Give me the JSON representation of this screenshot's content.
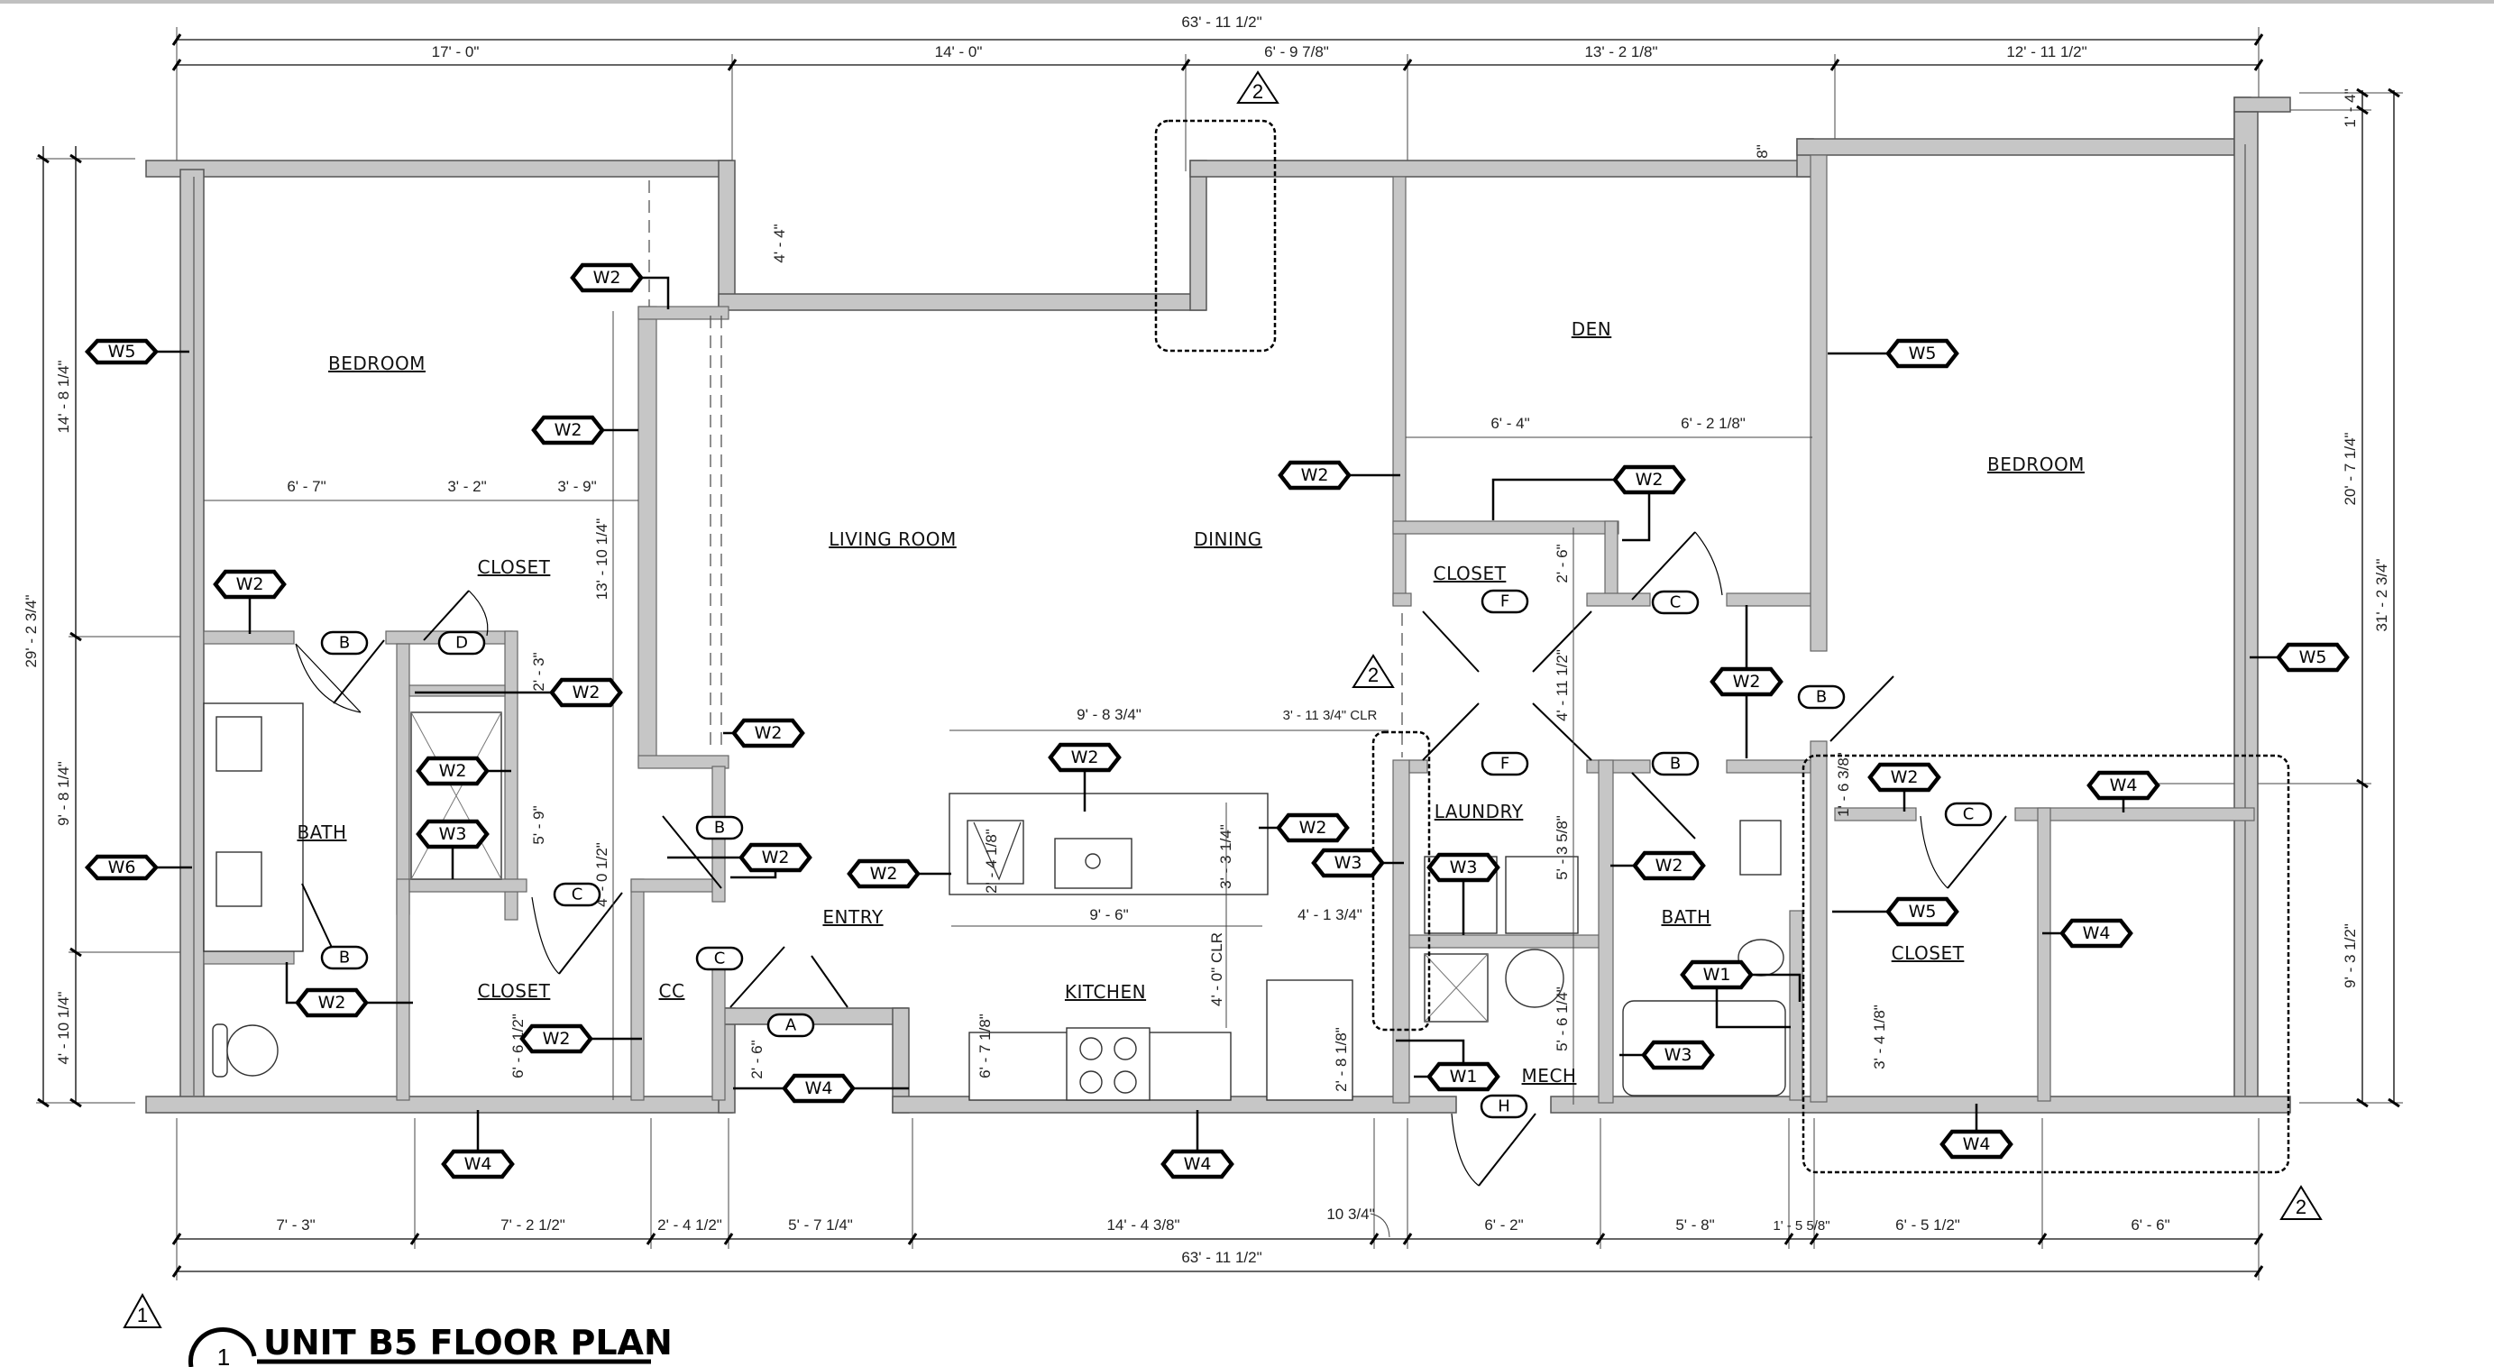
{
  "drawing": {
    "title": "UNIT B5 FLOOR PLAN",
    "view_number": "1",
    "revision_note_title": "1"
  },
  "dimensions": {
    "overall_width_top": "63' - 11 1/2\"",
    "overall_width_bottom": "63' - 11 1/2\"",
    "top_segments": [
      "17' - 0\"",
      "14' - 0\"",
      "6' - 9 7/8\"",
      "13' - 2 1/8\"",
      "12' - 11 1/2\""
    ],
    "bottom_segments": [
      "7' - 3\"",
      "7' - 2 1/2\"",
      "2' - 4 1/2\"",
      "5' - 7 1/4\"",
      "14' - 4 3/8\"",
      "10 3/4\"",
      "6' - 2\"",
      "5' - 8\"",
      "1' - 5 5/8\"",
      "6' - 5 1/2\"",
      "6' - 6\""
    ],
    "left_overall": "29' - 2 3/4\"",
    "left_segments": [
      "14' - 8 1/4\"",
      "9' - 8 1/4\"",
      "4' - 10 1/4\""
    ],
    "right_overall": "31' - 2 3/4\"",
    "right_segments": [
      "1' - 4\"",
      "20' - 7 1/4\"",
      "9' - 3 1/2\""
    ],
    "bump_offset": "8\"",
    "bump_depth": "4' - 4\"",
    "left_bedroom_segments": [
      "6' - 7\"",
      "3' - 2\"",
      "3' - 9\""
    ],
    "left_vertical_1": "13' - 10 1/4\"",
    "left_vertical_2": "4' - 0 1/2\"",
    "closet_d_depth": "2' - 3\"",
    "shower_len": "5' - 9\"",
    "closet_depth": "6' - 6 1/2\"",
    "entry_depth": "2' - 6\"",
    "kitchen_island_width": "9' - 8 3/4\"",
    "kitchen_clear": "3' - 11 3/4\" CLR",
    "island_depth_1": "2' - 4 1/8\"",
    "island_depth_2": "3' - 3 1/4\"",
    "kitchen_run": "9' - 6\"",
    "kitchen_aisle": "4' - 0\" CLR",
    "kitchen_depth": "6' - 7 1/8\"",
    "fridge_width": "4' - 1 3/4\"",
    "fridge_depth": "2' - 8 1/8\"",
    "den_seg_1": "6' - 4\"",
    "den_seg_2": "6' - 2 1/8\"",
    "den_closet_depth": "2' - 6\"",
    "hall_depth": "4' - 11 1/2\"",
    "laundry_depth": "5' - 3 5/8\"",
    "mech_depth": "5' - 6 1/4\"",
    "right_closet_top": "1' - 6 3/8\"",
    "right_closet_bottom": "3' - 4 1/8\""
  },
  "rooms": {
    "bedroom_left": "BEDROOM",
    "closet_left_top": "CLOSET",
    "bath_left": "BATH",
    "closet_left_bottom": "CLOSET",
    "cc": "CC",
    "living": "LIVING ROOM",
    "dining": "DINING",
    "entry": "ENTRY",
    "kitchen": "KITCHEN",
    "den": "DEN",
    "closet_den": "CLOSET",
    "laundry": "LAUNDRY",
    "bath_right": "BATH",
    "mech": "MECH",
    "bedroom_right": "BEDROOM",
    "closet_right": "CLOSET"
  },
  "wall_tags": {
    "w5_left": "W5",
    "w6_left": "W6",
    "w2_a": "W2",
    "w2_b": "W2",
    "w2_c": "W2",
    "w2_d": "W2",
    "w2_e": "W2",
    "w3_a": "W3",
    "w2_f": "W2",
    "w2_g": "W2",
    "w2_h": "W2",
    "w4_a": "W4",
    "w2_i": "W2",
    "w4_b": "W4",
    "w2_j": "W2",
    "w2_k": "W2",
    "w2_l": "W2",
    "w3_b": "W3",
    "w4_c": "W4",
    "w2_m": "W2",
    "w2_n": "W2",
    "w3_c": "W3",
    "w1_a": "W1",
    "w2_o": "W2",
    "w1_b": "W1",
    "w3_d": "W3",
    "w5_right": "W5",
    "w5_far": "W5",
    "w2_p": "W2",
    "w4_d": "W4",
    "w5_closet": "W5",
    "w4_e": "W4",
    "w4_f": "W4"
  },
  "door_tags": {
    "b1": "B",
    "d1": "D",
    "b2": "B",
    "c1": "C",
    "b3": "B",
    "c2": "C",
    "a1": "A",
    "f1": "F",
    "c3": "C",
    "f2": "F",
    "b4": "B",
    "b5": "B",
    "c4": "C",
    "h1": "H"
  },
  "revisions": {
    "rev_top": "2",
    "rev_mid": "2",
    "rev_right": "2",
    "rev_title": "1"
  }
}
